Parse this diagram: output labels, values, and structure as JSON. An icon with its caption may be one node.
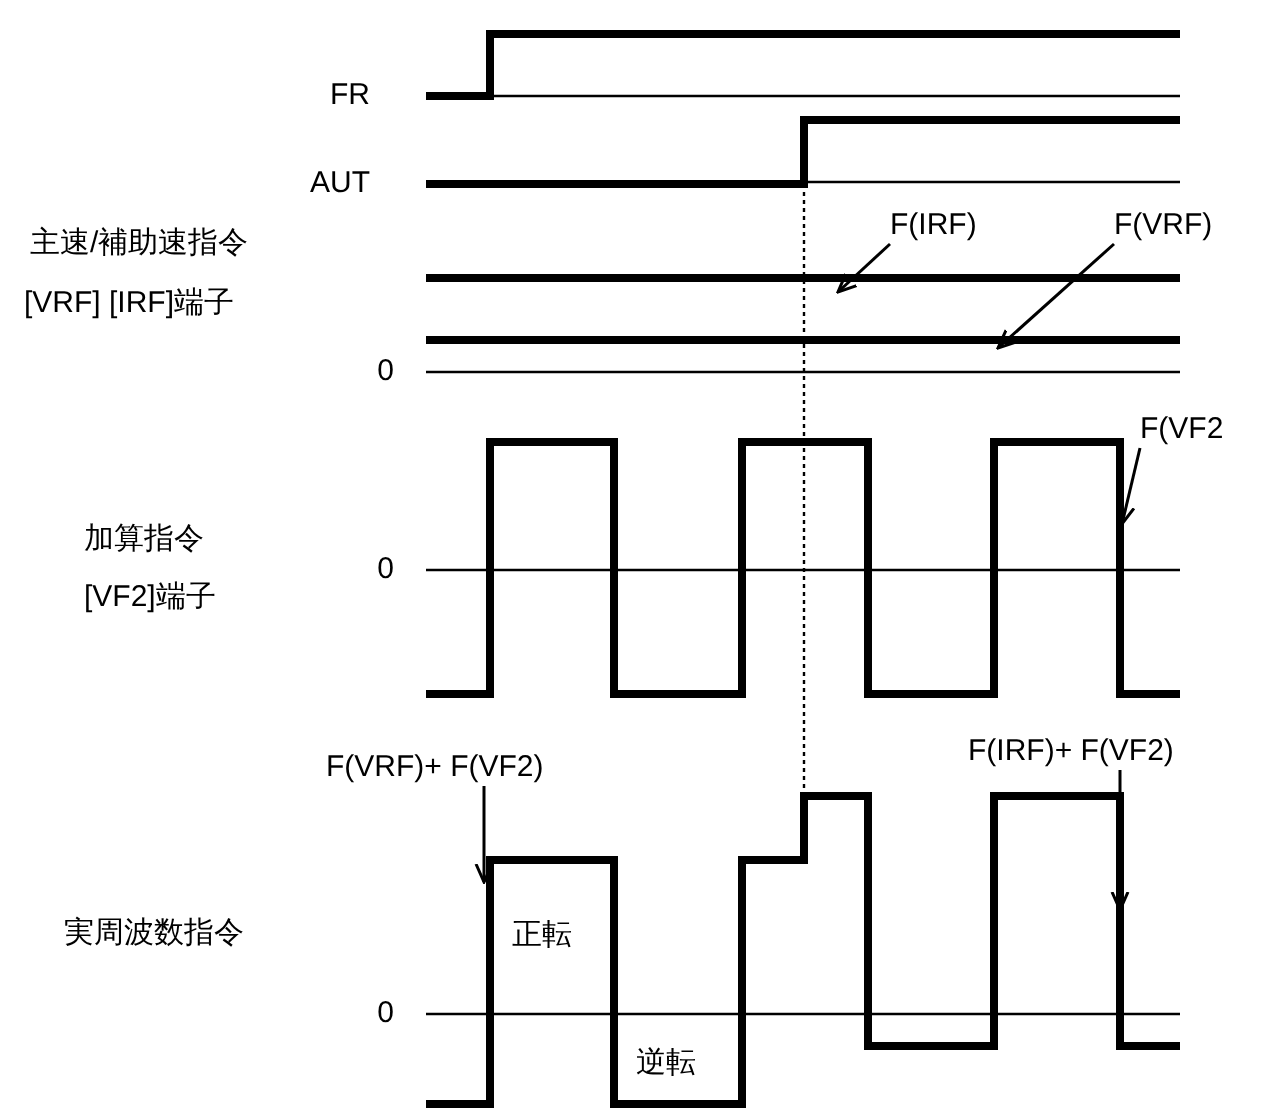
{
  "diagram": {
    "nodes": [
      {
        "text": [
          "F(IRF)"
        ]
      },
      {
        "text": [
          "F(VRF)"
        ]
      },
      {
        "text": [
          "F(VF2"
        ]
      },
      {
        "text": [
          "F(VRF)+ F(VF2)"
        ]
      },
      {
        "text": [
          "F(IRF)+ F(VF2)"
        ]
      }
    ],
    "edges": [
      {
        "from": 0,
        "to": null,
        "arrow": "to"
      },
      {
        "from": 1,
        "to": null,
        "arrow": "to"
      },
      {
        "from": 2,
        "to": null,
        "arrow": "to"
      },
      {
        "from": 3,
        "to": null,
        "arrow": "to"
      },
      {
        "from": 4,
        "to": null,
        "arrow": "to"
      }
    ],
    "labels": [
      "FR",
      "AUT",
      "主速/補助速指令",
      "[VRF] [IRF]端子",
      "0",
      "加算指令",
      "[VF2]端子",
      "0",
      "実周波数指令",
      "正転",
      "逆転",
      "0"
    ]
  }
}
